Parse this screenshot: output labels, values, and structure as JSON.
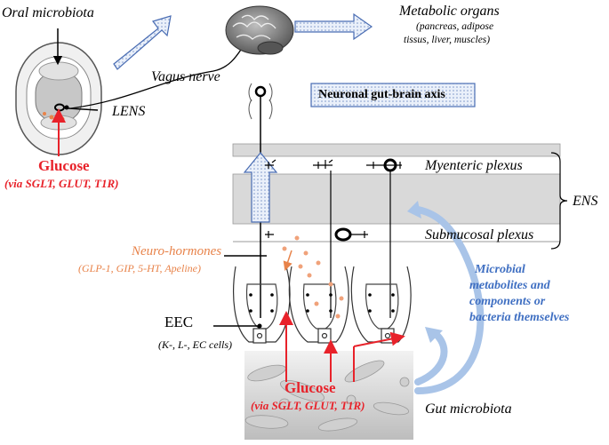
{
  "labels": {
    "oral_microbiota": "Oral microbiota",
    "lens": "LENS",
    "glucose_top": "Glucose",
    "glucose_top_sub": "(via SGLT, GLUT, T1R)",
    "vagus_nerve": "Vagus nerve",
    "metabolic_organs": "Metabolic organs",
    "metabolic_organs_sub1": "(pancreas, adipose",
    "metabolic_organs_sub2": "tissus, liver, muscles)",
    "neuronal_axis": "Neuronal gut-brain axis",
    "myenteric_plexus": "Myenteric plexus",
    "submucosal_plexus": "Submucosal plexus",
    "ens": "ENS",
    "neuro_hormones": "Neuro-hormones",
    "neuro_hormones_sub": "(GLP-1, GIP, 5-HT, Apeline)",
    "microbial_1": "Microbial",
    "microbial_2": "metabolites and",
    "microbial_3": "components or",
    "microbial_4": "bacteria themselves",
    "eec": "EEC",
    "eec_sub": "(K-, L-, EC cells)",
    "glucose_bottom": "Glucose",
    "glucose_bottom_sub": "(via SGLT, GLUT, T1R)",
    "gut_microbiota": "Gut microbiota"
  },
  "colors": {
    "red": "#e8222a",
    "orange": "#e8834a",
    "blue": "#3f6fc2",
    "light_blue": "#a9c4e8",
    "gray_band": "#d9d9d9"
  },
  "icons": {
    "brain": "brain-icon",
    "mouth": "mouth-icon"
  }
}
